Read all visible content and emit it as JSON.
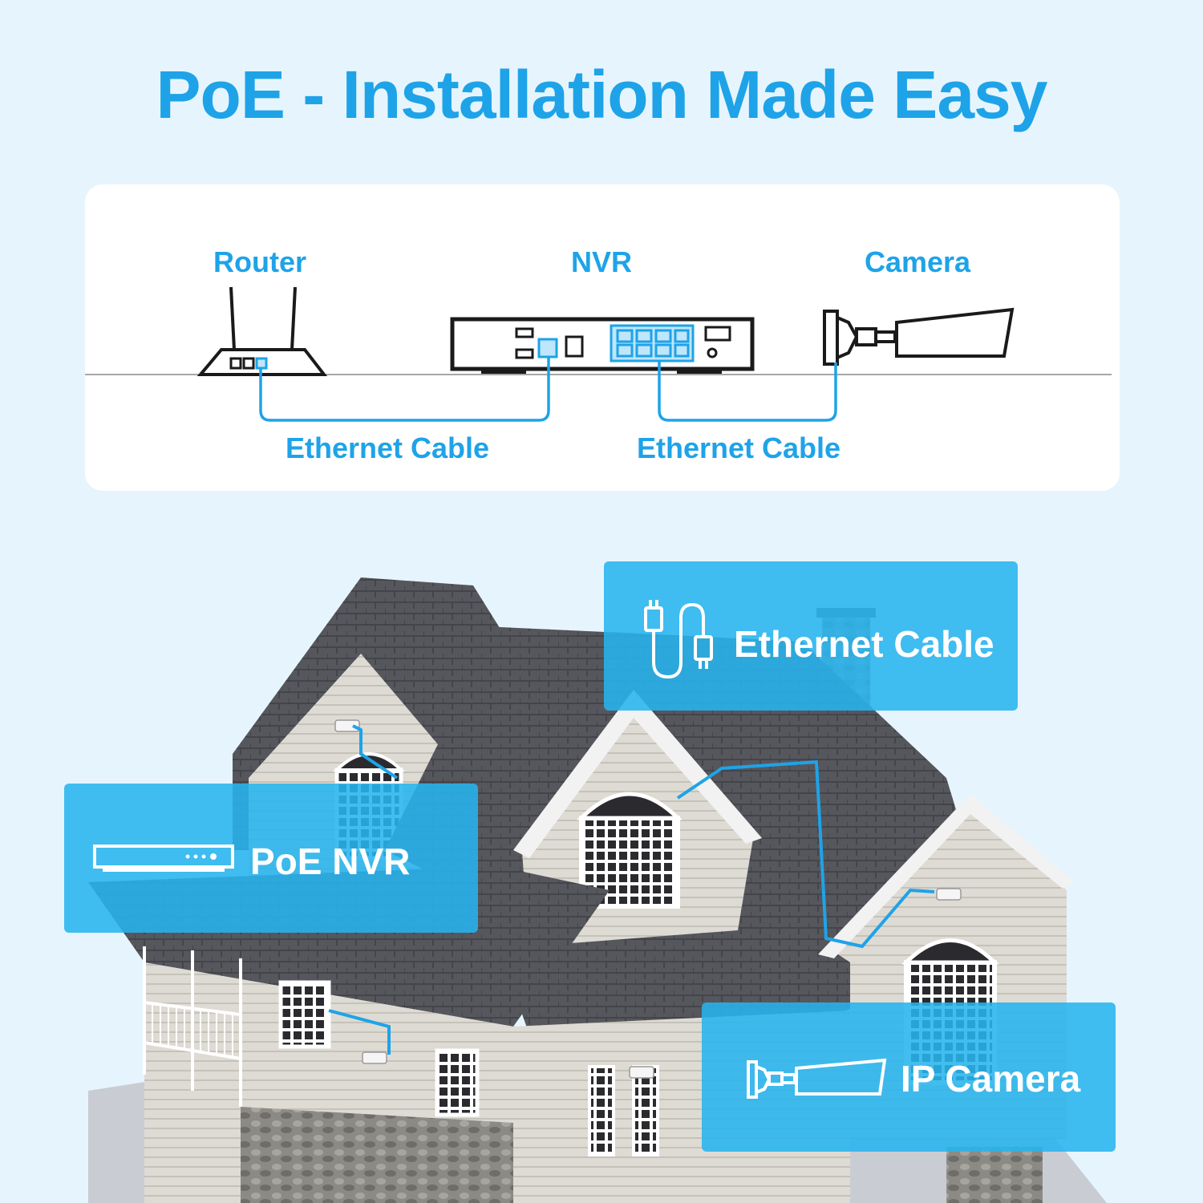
{
  "title": "PoE - Installation Made Easy",
  "diagram": {
    "devices": {
      "router": "Router",
      "nvr": "NVR",
      "camera": "Camera"
    },
    "cables": [
      "Ethernet Cable",
      "Ethernet Cable"
    ]
  },
  "callouts": {
    "ethernet_cable": "Ethernet Cable",
    "poe_nvr": "PoE NVR",
    "ip_camera": "IP Camera"
  },
  "colors": {
    "accent": "#1ea3e8",
    "callout": "#28b4ee",
    "background": "#e6f5fd"
  }
}
